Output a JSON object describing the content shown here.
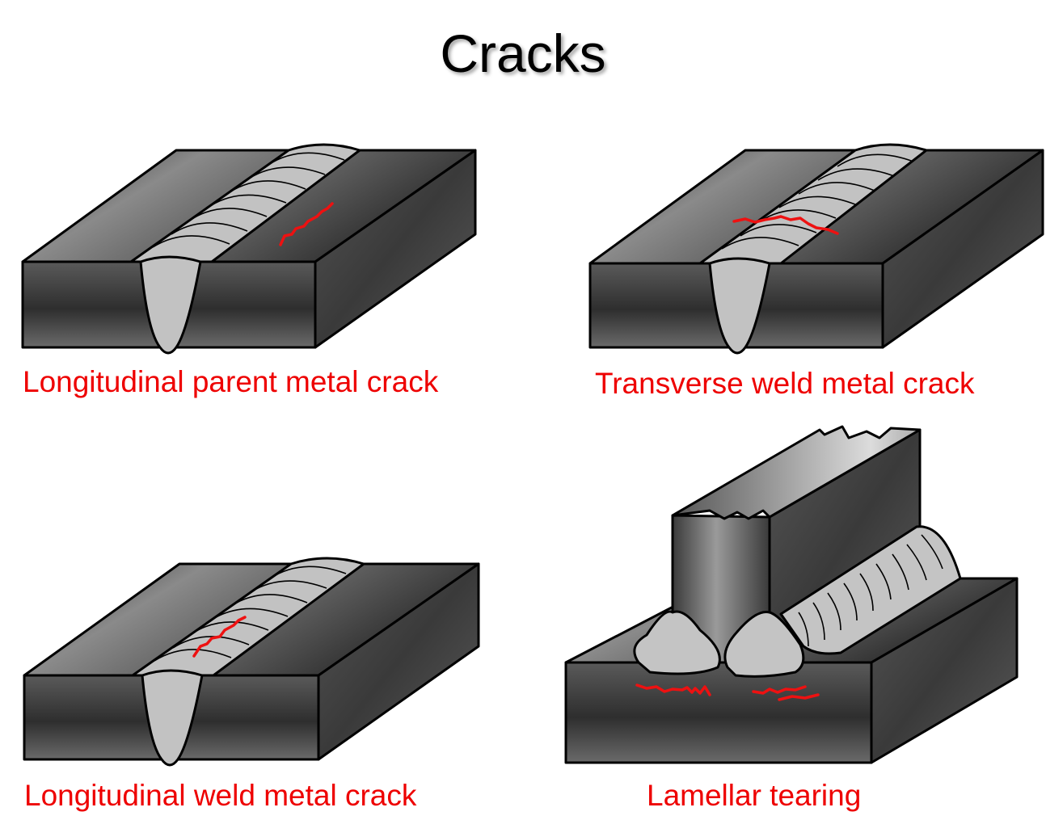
{
  "title": "Cracks",
  "panels": [
    {
      "label": "Longitudinal parent metal crack"
    },
    {
      "label": "Transverse weld metal crack"
    },
    {
      "label": "Longitudinal weld metal crack"
    },
    {
      "label": "Lamellar tearing"
    }
  ],
  "colors": {
    "caption": "#ee0000",
    "crack": "#ee1111",
    "weld": "#c0c0c0",
    "plate_dark": "#2a2a2a"
  }
}
